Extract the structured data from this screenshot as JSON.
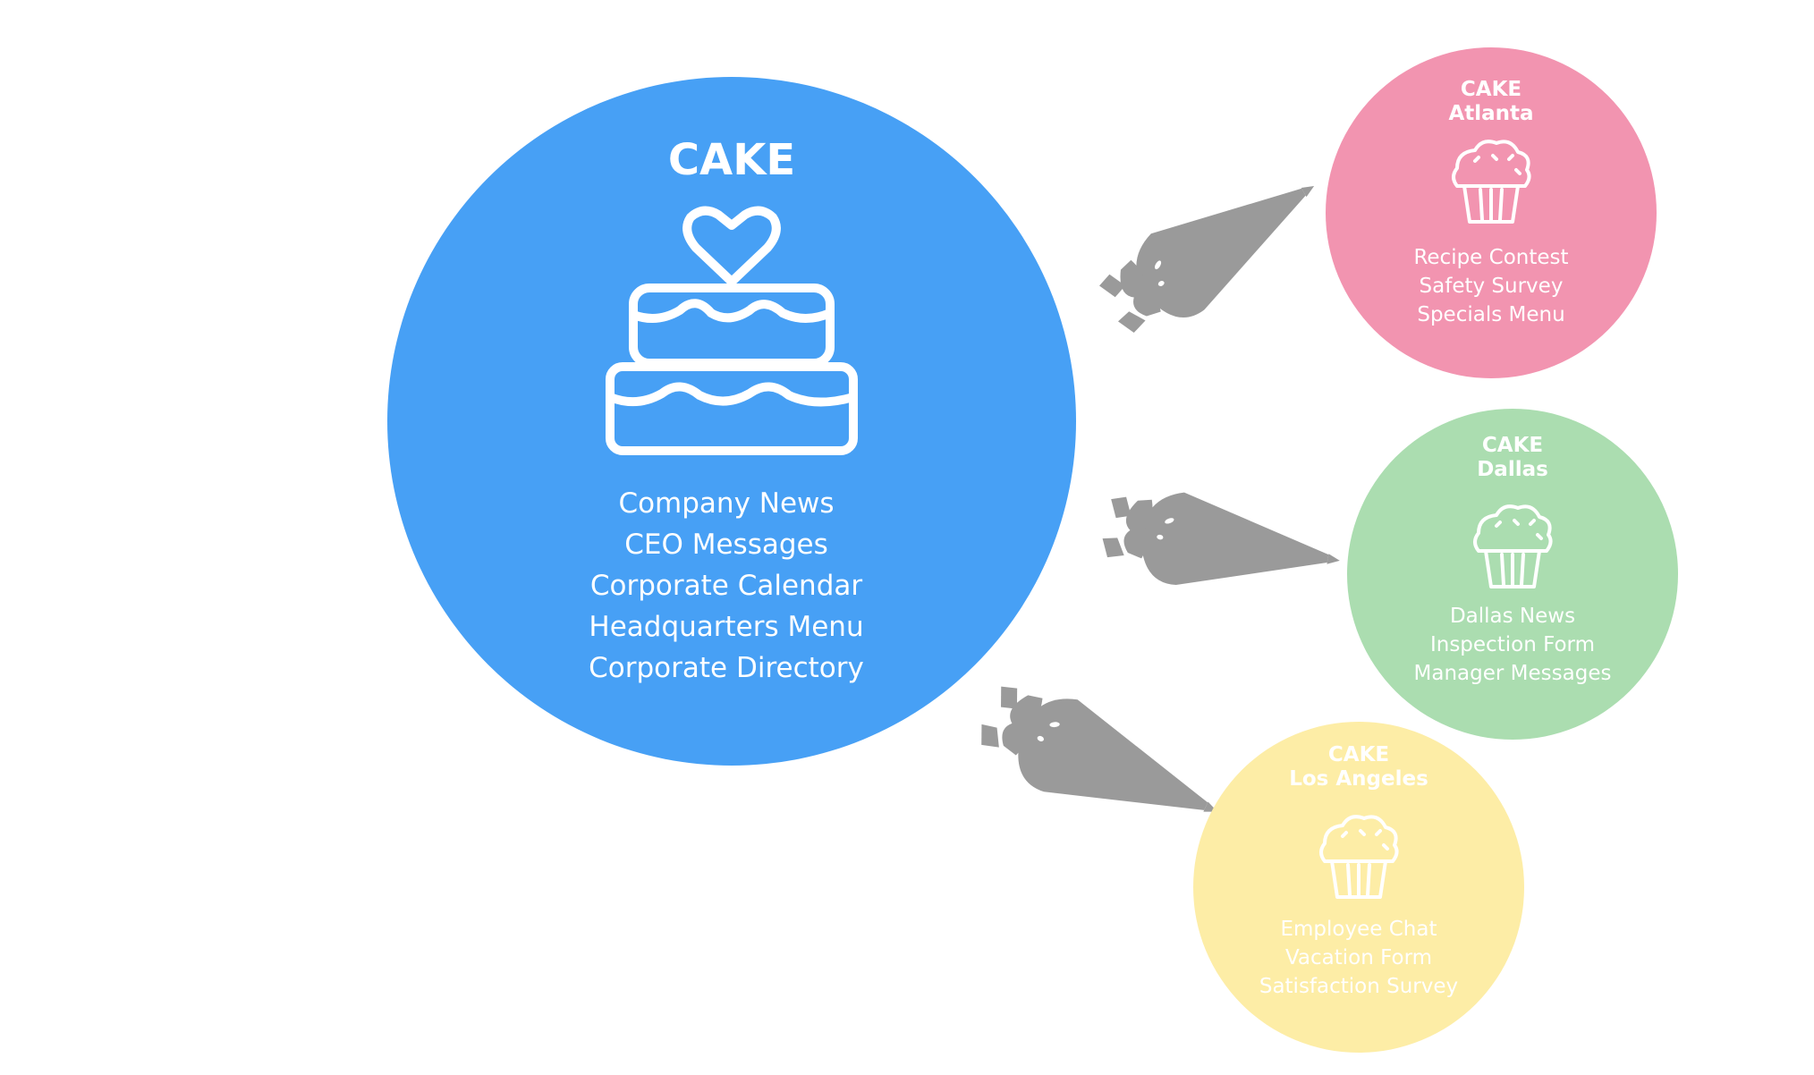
{
  "main": {
    "title": "CAKE",
    "items": [
      "Company News",
      "CEO Messages",
      "Corporate Calendar",
      "Headquarters Menu",
      "Corporate Directory"
    ],
    "icon": "cake-icon",
    "color": "#47A0F5"
  },
  "branches": [
    {
      "title_line1": "CAKE",
      "title_line2": "Atlanta",
      "items": [
        "Recipe Contest",
        "Safety Survey",
        "Specials Menu"
      ],
      "icon": "cupcake-icon",
      "color": "#F294B0"
    },
    {
      "title_line1": "CAKE",
      "title_line2": "Dallas",
      "items": [
        "Dallas News",
        "Inspection Form",
        "Manager Messages"
      ],
      "icon": "cupcake-icon",
      "color": "#ABDDB0"
    },
    {
      "title_line1": "CAKE",
      "title_line2": "Los Angeles",
      "items": [
        "Employee Chat",
        "Vacation Form",
        "Satisfaction Survey"
      ],
      "icon": "cupcake-icon",
      "color": "#FDEDA6"
    }
  ],
  "connectors": {
    "icon": "piping-bag-icon",
    "color": "#9A9A9A"
  }
}
